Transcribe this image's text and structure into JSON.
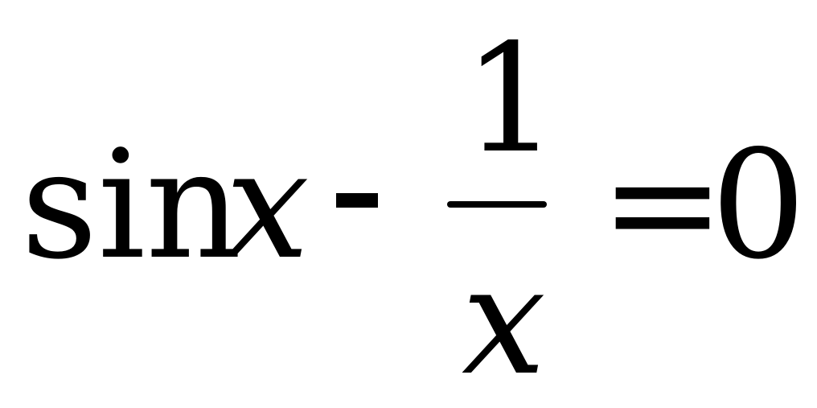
{
  "equation": {
    "function_name": "sin",
    "variable": "x",
    "operator_minus": "-",
    "fraction": {
      "numerator": "1",
      "denominator": "x"
    },
    "equals": "=",
    "right_side": "0"
  }
}
